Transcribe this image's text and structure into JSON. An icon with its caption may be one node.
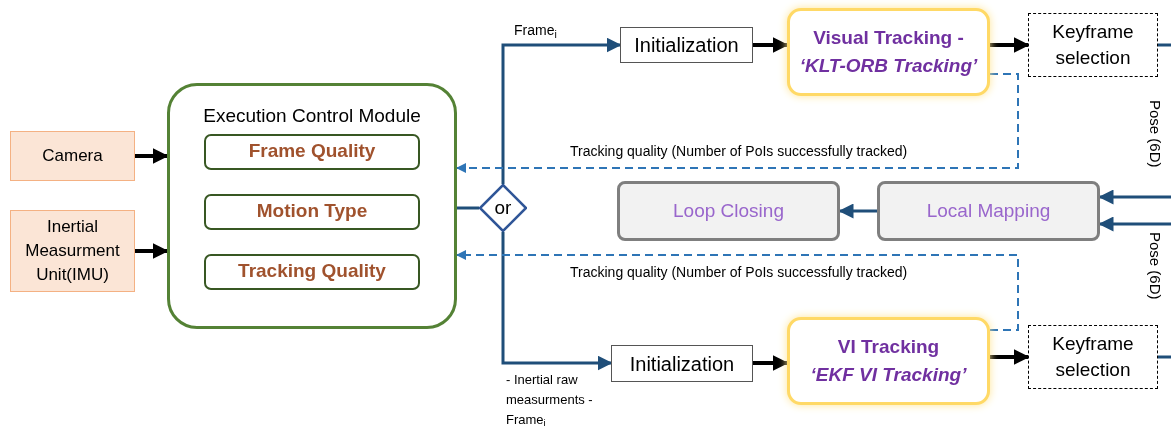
{
  "diagram": {
    "nodes": [
      {
        "text": [
          "Camera"
        ]
      },
      {
        "text": [
          "Inertial Measurment Unit(IMU)"
        ]
      },
      {
        "text": [
          "Execution Control Module"
        ]
      },
      {
        "text": [
          "Frame Quality"
        ],
        "in": 2
      },
      {
        "text": [
          "Motion Type"
        ],
        "in": 2
      },
      {
        "text": [
          "Tracking Quality"
        ],
        "in": 2
      },
      {
        "text": [
          "or"
        ]
      },
      {
        "text": [
          "Initialization"
        ]
      },
      {
        "text": [
          "Visual Tracking -",
          "‘KLT-ORB Tracking’"
        ]
      },
      {
        "text": [
          "Keyframe selection"
        ]
      },
      {
        "text": [
          "Loop Closing"
        ]
      },
      {
        "text": [
          "Local Mapping"
        ]
      },
      {
        "text": [
          "Initialization"
        ]
      },
      {
        "text": [
          "VI Tracking",
          "‘EKF VI Tracking’"
        ]
      },
      {
        "text": [
          "Keyframe selection"
        ]
      }
    ],
    "edges": [
      {
        "from": 0,
        "to": 2,
        "arrow": "to",
        "color": "#000000"
      },
      {
        "from": 1,
        "to": 2,
        "arrow": "to",
        "color": "#000000"
      },
      {
        "from": 2,
        "to": 6,
        "arrow": "none"
      },
      {
        "from": 6,
        "to": 7,
        "arrow": "to",
        "label": "Frame$_{i}$"
      },
      {
        "from": 7,
        "to": 8,
        "arrow": "to",
        "color": "#000000"
      },
      {
        "from": 8,
        "to": 9,
        "arrow": "to",
        "color": "#000000"
      },
      {
        "from": 8,
        "to": 2,
        "arrow": "to",
        "style": "dashed",
        "color": "#2e75b6",
        "label": "Tracking quality (Number of PoIs successfully tracked)"
      },
      {
        "from": 11,
        "to": 10,
        "arrow": "to"
      },
      {
        "from": null,
        "to": 11,
        "arrow": "to"
      },
      {
        "from": null,
        "to": 11,
        "arrow": "to"
      },
      {
        "from": 9,
        "to": null,
        "arrow": "none"
      },
      {
        "from": 6,
        "to": 12,
        "arrow": "to",
        "label": "- Inertial raw measurments - Frame$_{i}$"
      },
      {
        "from": 12,
        "to": 13,
        "arrow": "to",
        "color": "#000000"
      },
      {
        "from": 13,
        "to": 14,
        "arrow": "to",
        "color": "#000000"
      },
      {
        "from": 13,
        "to": 2,
        "arrow": "to",
        "style": "dashed",
        "color": "#2e75b6",
        "label": "Tracking quality (Number of PoIs successfully tracked)"
      },
      {
        "from": 14,
        "to": null,
        "arrow": "none"
      }
    ],
    "labels": [
      "Pose (6D)",
      "Pose (6D)"
    ]
  }
}
